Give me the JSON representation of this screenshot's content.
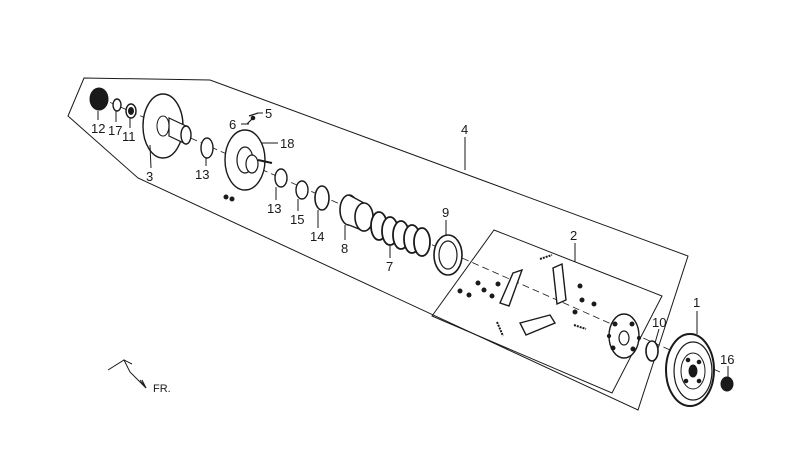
{
  "diagram": {
    "direction_label": "FR.",
    "callouts": {
      "c1": "1",
      "c2": "2",
      "c3": "3",
      "c4": "4",
      "c5": "5",
      "c6": "6",
      "c7": "7",
      "c8": "8",
      "c9": "9",
      "c10": "10",
      "c11": "11",
      "c12": "12",
      "c13a": "13",
      "c13b": "13",
      "c14": "14",
      "c15": "15",
      "c16": "16",
      "c17": "17",
      "c18": "18"
    }
  }
}
